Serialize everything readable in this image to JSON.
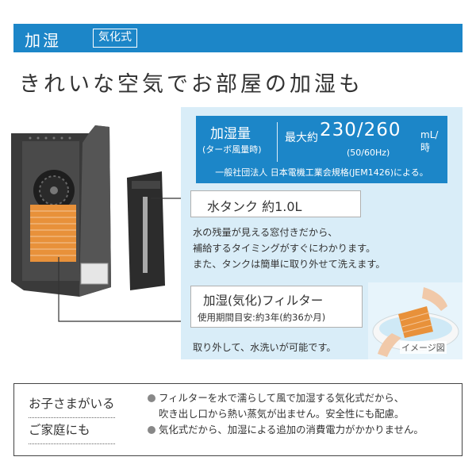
{
  "header": {
    "title": "加湿",
    "tag": "気化式"
  },
  "headline": "きれいな空気でお部屋の加湿も",
  "spec": {
    "label": "加湿量",
    "sub": "(ターボ風量時)",
    "prefix": "最大約",
    "value": "230/260",
    "unit": "mL/時",
    "hz": "(50/60Hz)",
    "note": "一般社団法人 日本電機工業会規格(JEM1426)による。"
  },
  "tank": {
    "title": "水タンク 約1.0L",
    "desc": "水の残量が見える窓付きだから、\n補給するタイミングがすぐにわかります。\nまた、タンクは簡単に取り外せて洗えます。"
  },
  "filter": {
    "title": "加湿(気化)フィルター",
    "sub": "使用期間目安:約3年(約36か月)",
    "desc": "取り外して、水洗いが可能です。"
  },
  "photo": {
    "caption": "イメージ図"
  },
  "info": {
    "heading_line1": "お子さまがいる",
    "heading_line2": "ご家庭にも",
    "bullet1_line1": "フィルターを水で濡らして風で加湿する気化式だから、",
    "bullet1_line2": "吹き出し口から熱い蒸気が出ません。安全性にも配慮。",
    "bullet2": "気化式だから、加湿による追加の消費電力がかかりません。"
  },
  "colors": {
    "accent": "#1c86c8",
    "panel": "#d9edf8",
    "filter_orange": "#e8913a"
  }
}
